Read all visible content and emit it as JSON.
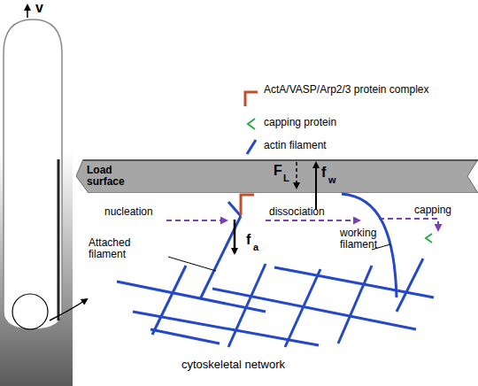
{
  "diagram": {
    "nodes": [
      {
        "text": [
          "Load surface"
        ]
      }
    ],
    "labels": [
      "v",
      "F",
      "L",
      "f",
      "w",
      "nucleation",
      "dissociation",
      "capping",
      "f",
      "a",
      "Attached filament",
      "working filament",
      "cytoskeletal network"
    ],
    "legend": [
      {
        "text": "ActA/VASP/Arp2/3 protein complex"
      },
      {
        "text": "capping protein"
      },
      {
        "text": "actin filament"
      }
    ]
  }
}
